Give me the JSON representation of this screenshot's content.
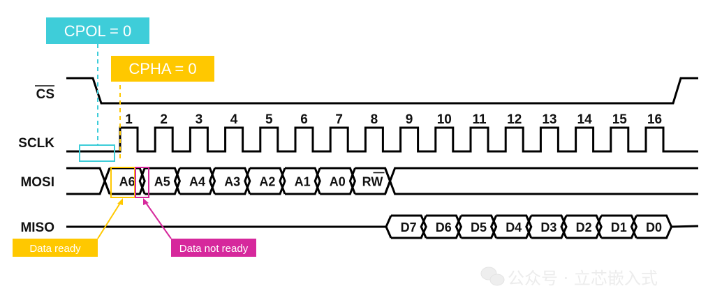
{
  "signals": {
    "cs": {
      "label": "CS",
      "active_low": true
    },
    "sclk": {
      "label": "SCLK"
    },
    "mosi": {
      "label": "MOSI"
    },
    "miso": {
      "label": "MISO"
    }
  },
  "clock_numbers": [
    "1",
    "2",
    "3",
    "4",
    "5",
    "6",
    "7",
    "8",
    "9",
    "10",
    "11",
    "12",
    "13",
    "14",
    "15",
    "16"
  ],
  "mosi_bits": [
    {
      "text": "A6"
    },
    {
      "text": "A5"
    },
    {
      "text": "A4"
    },
    {
      "text": "A3"
    },
    {
      "text": "A2"
    },
    {
      "text": "A1"
    },
    {
      "text": "A0"
    },
    {
      "text": "RW",
      "overline": "W"
    }
  ],
  "miso_bits": [
    "D7",
    "D6",
    "D5",
    "D4",
    "D3",
    "D2",
    "D1",
    "D0"
  ],
  "annotations": {
    "cpol": {
      "text": "CPOL = 0",
      "color": "#3ecdd9"
    },
    "cpha": {
      "text": "CPHA = 0",
      "color": "#ffc800"
    },
    "data_ready": {
      "text": "Data ready",
      "color": "#ffc800"
    },
    "data_not_ready": {
      "text": "Data not ready",
      "color": "#d6289c"
    }
  },
  "watermark": {
    "icon": "wechat-icon",
    "text": "公众号 · 立芯嵌入式"
  },
  "colors": {
    "line": "#000000",
    "cpol": "#3ecdd9",
    "cpha": "#ffc800",
    "not_ready": "#d6289c"
  }
}
